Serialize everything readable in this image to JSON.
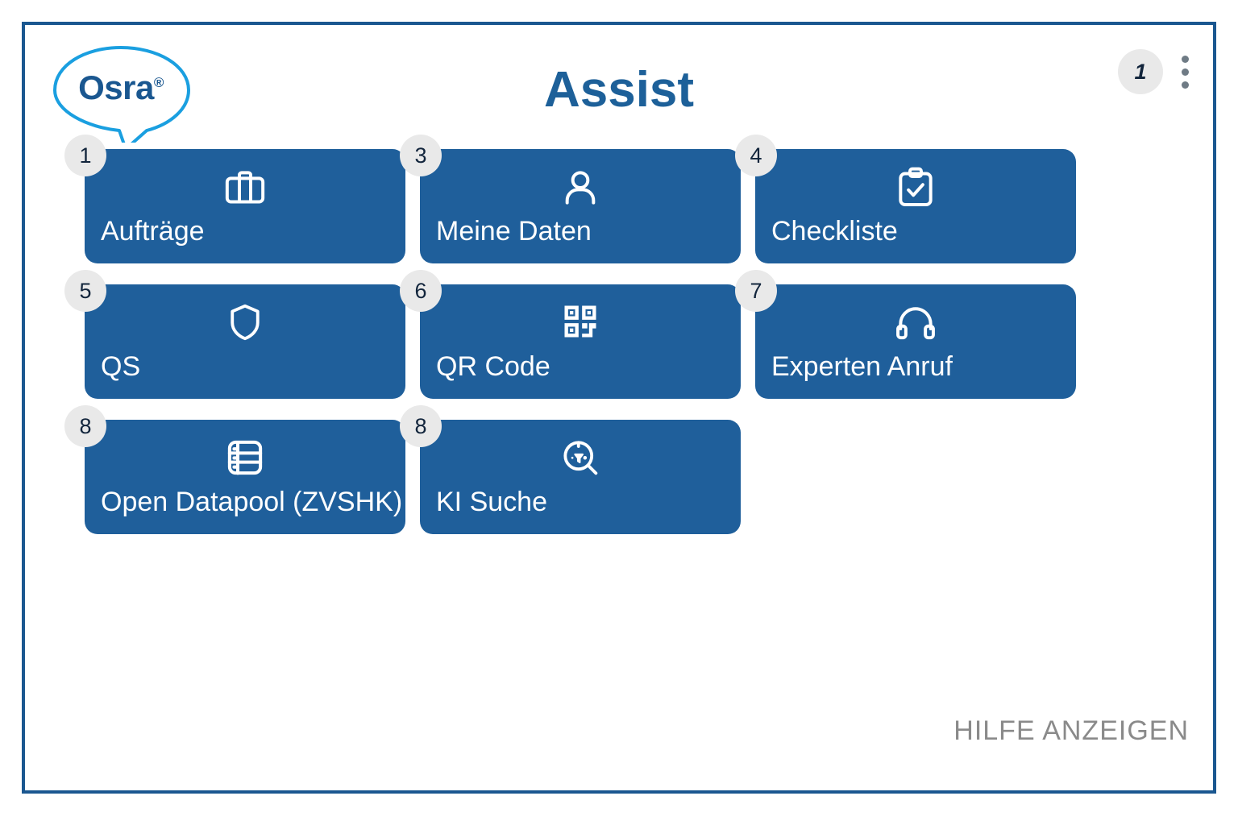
{
  "header": {
    "logo_text": "Osra",
    "logo_registered": "®",
    "logo_icon": "speech-bubble",
    "title": "Assist",
    "badge_count": "1",
    "menu_icon": "kebab-menu-icon"
  },
  "tiles": [
    {
      "badge": "1",
      "label": "Aufträge",
      "icon": "briefcase-icon"
    },
    {
      "badge": "3",
      "label": "Meine Daten",
      "icon": "person-icon"
    },
    {
      "badge": "4",
      "label": "Checkliste",
      "icon": "clipboard-check-icon"
    },
    {
      "badge": "5",
      "label": "QS",
      "icon": "shield-icon"
    },
    {
      "badge": "6",
      "label": "QR Code",
      "icon": "qr-code-icon"
    },
    {
      "badge": "7",
      "label": "Experten Anruf",
      "icon": "headset-icon"
    },
    {
      "badge": "8",
      "label": "Open Datapool (ZVSHK)",
      "icon": "database-list-icon"
    },
    {
      "badge": "8",
      "label": "KI Suche",
      "icon": "ai-search-icon"
    }
  ],
  "footer": {
    "help_label": "HILFE ANZEIGEN"
  },
  "colors": {
    "tile_blue": "#1f5f9b",
    "frame_blue": "#1a5790",
    "title_blue": "#1d6099",
    "logo_outline": "#1a9fe0",
    "badge_gray": "#e9e9e9",
    "help_gray": "#8a8a8a"
  }
}
